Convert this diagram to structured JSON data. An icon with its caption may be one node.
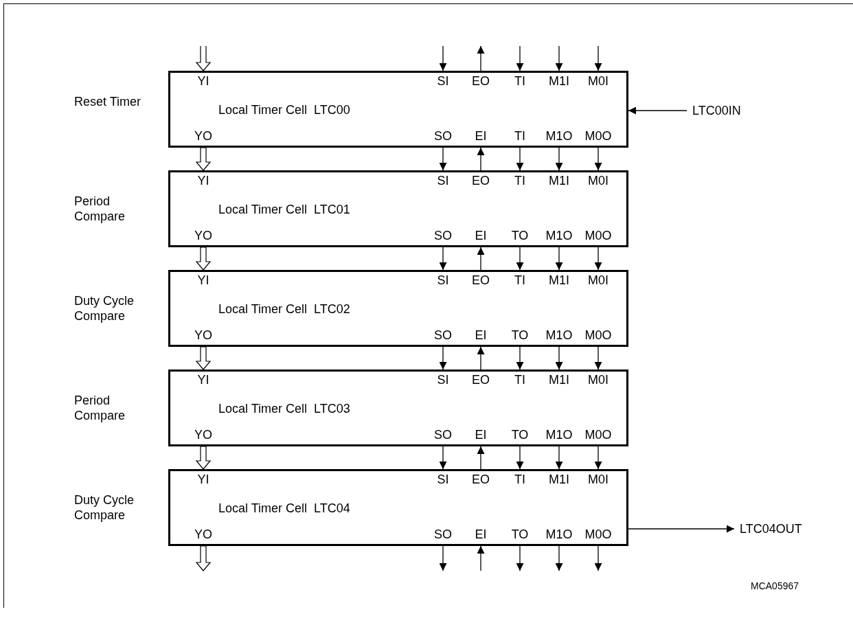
{
  "diagram": {
    "nodes": [
      {
        "text": [
          "YI",
          "SI",
          "EO",
          "TI",
          "M1I",
          "M0I",
          "Local Timer Cell  LTC00",
          "YO",
          "SO",
          "EI",
          "TI",
          "M1O",
          "M0O"
        ],
        "beside": [
          "Reset Timer"
        ]
      },
      {
        "text": [
          "YI",
          "SI",
          "EO",
          "TI",
          "M1I",
          "M0I",
          "Local Timer Cell  LTC01",
          "YO",
          "SO",
          "EI",
          "TO",
          "M1O",
          "M0O"
        ],
        "beside": [
          "Period Compare"
        ]
      },
      {
        "text": [
          "YI",
          "SI",
          "EO",
          "TI",
          "M1I",
          "M0I",
          "Local Timer Cell  LTC02",
          "YO",
          "SO",
          "EI",
          "TO",
          "M1O",
          "M0O"
        ],
        "beside": [
          "Duty Cycle Compare"
        ]
      },
      {
        "text": [
          "YI",
          "SI",
          "EO",
          "TI",
          "M1I",
          "M0I",
          "Local Timer Cell  LTC03",
          "YO",
          "SO",
          "EI",
          "TO",
          "M1O",
          "M0O"
        ],
        "beside": [
          "Period Compare"
        ]
      },
      {
        "text": [
          "YI",
          "SI",
          "EO",
          "TI",
          "M1I",
          "M0I",
          "Local Timer Cell  LTC04",
          "YO",
          "SO",
          "EI",
          "TO",
          "M1O",
          "M0O"
        ],
        "beside": [
          "Duty Cycle Compare"
        ]
      },
      {
        "text": [
          "LTC00IN"
        ]
      },
      {
        "text": [
          "LTC04OUT"
        ]
      }
    ],
    "edges": [
      {
        "from": null,
        "to": 0,
        "arrow": "to",
        "style": "thick"
      },
      {
        "from": null,
        "to": 0,
        "arrow": "to"
      },
      {
        "from": 0,
        "to": null,
        "arrow": "to"
      },
      {
        "from": null,
        "to": 0,
        "arrow": "to"
      },
      {
        "from": null,
        "to": 0,
        "arrow": "to"
      },
      {
        "from": null,
        "to": 0,
        "arrow": "to"
      },
      {
        "from": 0,
        "to": 1,
        "arrow": "to",
        "style": "thick"
      },
      {
        "from": 0,
        "to": 1,
        "arrow": "to"
      },
      {
        "from": 1,
        "to": 0,
        "arrow": "to"
      },
      {
        "from": 0,
        "to": 1,
        "arrow": "to"
      },
      {
        "from": 0,
        "to": 1,
        "arrow": "to"
      },
      {
        "from": 0,
        "to": 1,
        "arrow": "to"
      },
      {
        "from": 1,
        "to": 2,
        "arrow": "to",
        "style": "thick"
      },
      {
        "from": 1,
        "to": 2,
        "arrow": "to"
      },
      {
        "from": 2,
        "to": 1,
        "arrow": "to"
      },
      {
        "from": 1,
        "to": 2,
        "arrow": "to"
      },
      {
        "from": 1,
        "to": 2,
        "arrow": "to"
      },
      {
        "from": 1,
        "to": 2,
        "arrow": "to"
      },
      {
        "from": 2,
        "to": 3,
        "arrow": "to",
        "style": "thick"
      },
      {
        "from": 2,
        "to": 3,
        "arrow": "to"
      },
      {
        "from": 3,
        "to": 2,
        "arrow": "to"
      },
      {
        "from": 2,
        "to": 3,
        "arrow": "to"
      },
      {
        "from": 2,
        "to": 3,
        "arrow": "to"
      },
      {
        "from": 2,
        "to": 3,
        "arrow": "to"
      },
      {
        "from": 3,
        "to": 4,
        "arrow": "to",
        "style": "thick"
      },
      {
        "from": 3,
        "to": 4,
        "arrow": "to"
      },
      {
        "from": 4,
        "to": 3,
        "arrow": "to"
      },
      {
        "from": 3,
        "to": 4,
        "arrow": "to"
      },
      {
        "from": 3,
        "to": 4,
        "arrow": "to"
      },
      {
        "from": 3,
        "to": 4,
        "arrow": "to"
      },
      {
        "from": 4,
        "to": null,
        "arrow": "to",
        "style": "thick"
      },
      {
        "from": 4,
        "to": null,
        "arrow": "to"
      },
      {
        "from": null,
        "to": 4,
        "arrow": "to"
      },
      {
        "from": 4,
        "to": null,
        "arrow": "to"
      },
      {
        "from": 4,
        "to": null,
        "arrow": "to"
      },
      {
        "from": 4,
        "to": null,
        "arrow": "to"
      },
      {
        "from": 5,
        "to": 0,
        "arrow": "to"
      },
      {
        "from": 4,
        "to": 6,
        "arrow": "to"
      }
    ],
    "labels": [
      "MCA05967"
    ]
  }
}
